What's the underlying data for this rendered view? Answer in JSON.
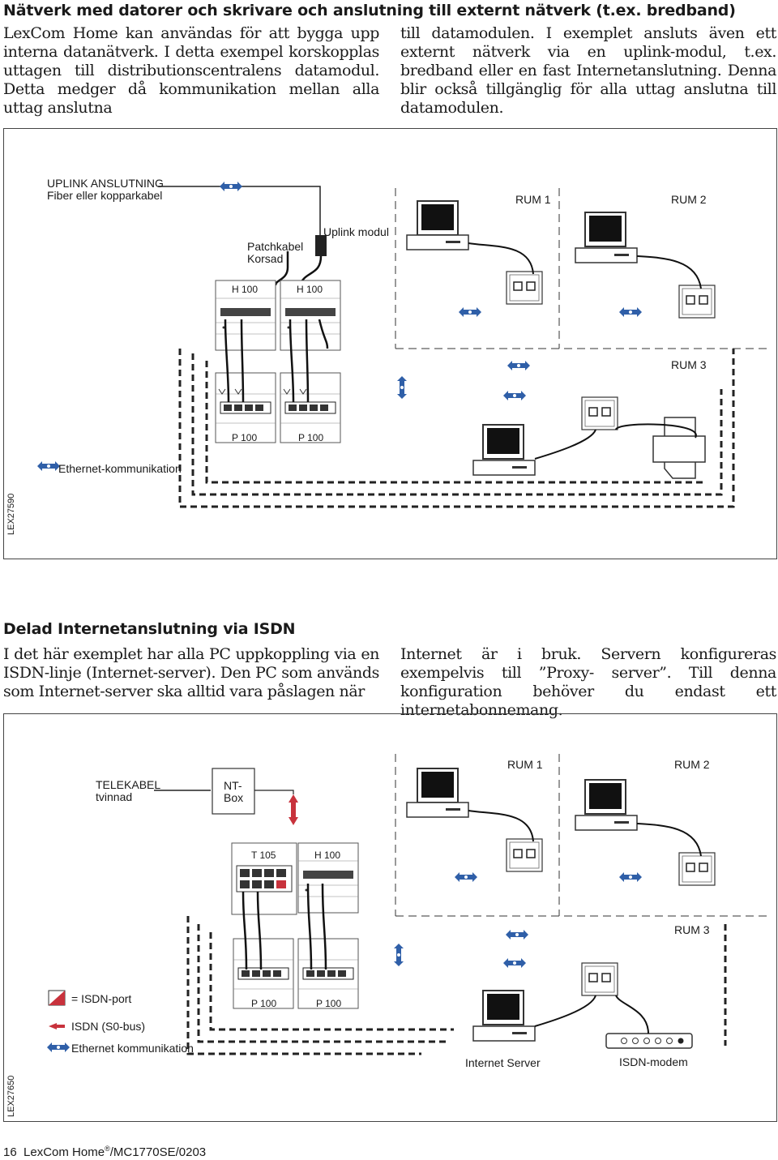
{
  "section1": {
    "heading": "Nätverk med datorer och skrivare och anslutning till externt nätverk (t.ex. bredband)",
    "col_left": "LexCom Home kan användas för att bygga upp interna datanätverk. I detta exempel korskopplas uttagen till distributionscentralens datamodul. Detta medger då kommunikation mellan alla uttag anslutna",
    "col_right": "till datamodulen. I exemplet ansluts även ett externt nätverk via en uplink-modul, t.ex. bredband eller en fast Internetanslutning. Denna blir också tillgänglig för alla uttag anslutna till datamodulen."
  },
  "diagram1": {
    "uplink_label": "UPLINK ANSLUTNING\nFiber eller kopparkabel",
    "patch_label": "Patchkabel\nKorsad",
    "uplink_module": "Uplink modul",
    "module_h1": "H 100",
    "module_h2": "H 100",
    "module_p1": "P 100",
    "module_p2": "P 100",
    "rum1": "RUM 1",
    "rum2": "RUM 2",
    "rum3": "RUM 3",
    "ethernet": "Ethernet-kommunikation",
    "code": "LEX27590",
    "colors": {
      "arrow_blue": "#2f5fa8",
      "isdn_red": "#c8323c"
    }
  },
  "section2": {
    "heading": "Delad Internetanslutning via ISDN",
    "col_left": "I det här exemplet har alla PC uppkoppling via en ISDN-linje (Internet-server). Den PC som används som Internet-server ska alltid vara påslagen när",
    "col_right": "Internet är i bruk. Servern konfigureras exempelvis till ”Proxy- server”. Till denna konfiguration behöver du endast ett internetabonnemang."
  },
  "diagram2": {
    "telekabel": "TELEKABEL\ntvinnad",
    "ntbox": "NT-\nBox",
    "module_t": "T 105",
    "module_h": "H 100",
    "module_p1": "P 100",
    "module_p2": "P 100",
    "rum1": "RUM 1",
    "rum2": "RUM 2",
    "rum3": "RUM 3",
    "legend_isdn_port": "= ISDN-port",
    "legend_isdn_bus": "ISDN (S0-bus)",
    "legend_ethernet": "Ethernet kommunikation",
    "internet_server": "Internet Server",
    "isdn_modem": "ISDN-modem",
    "code": "LEX27650"
  },
  "footer": {
    "page": "16",
    "brand": "LexCom Home",
    "reg": "®",
    "doc": "/MC1770SE/0203"
  }
}
